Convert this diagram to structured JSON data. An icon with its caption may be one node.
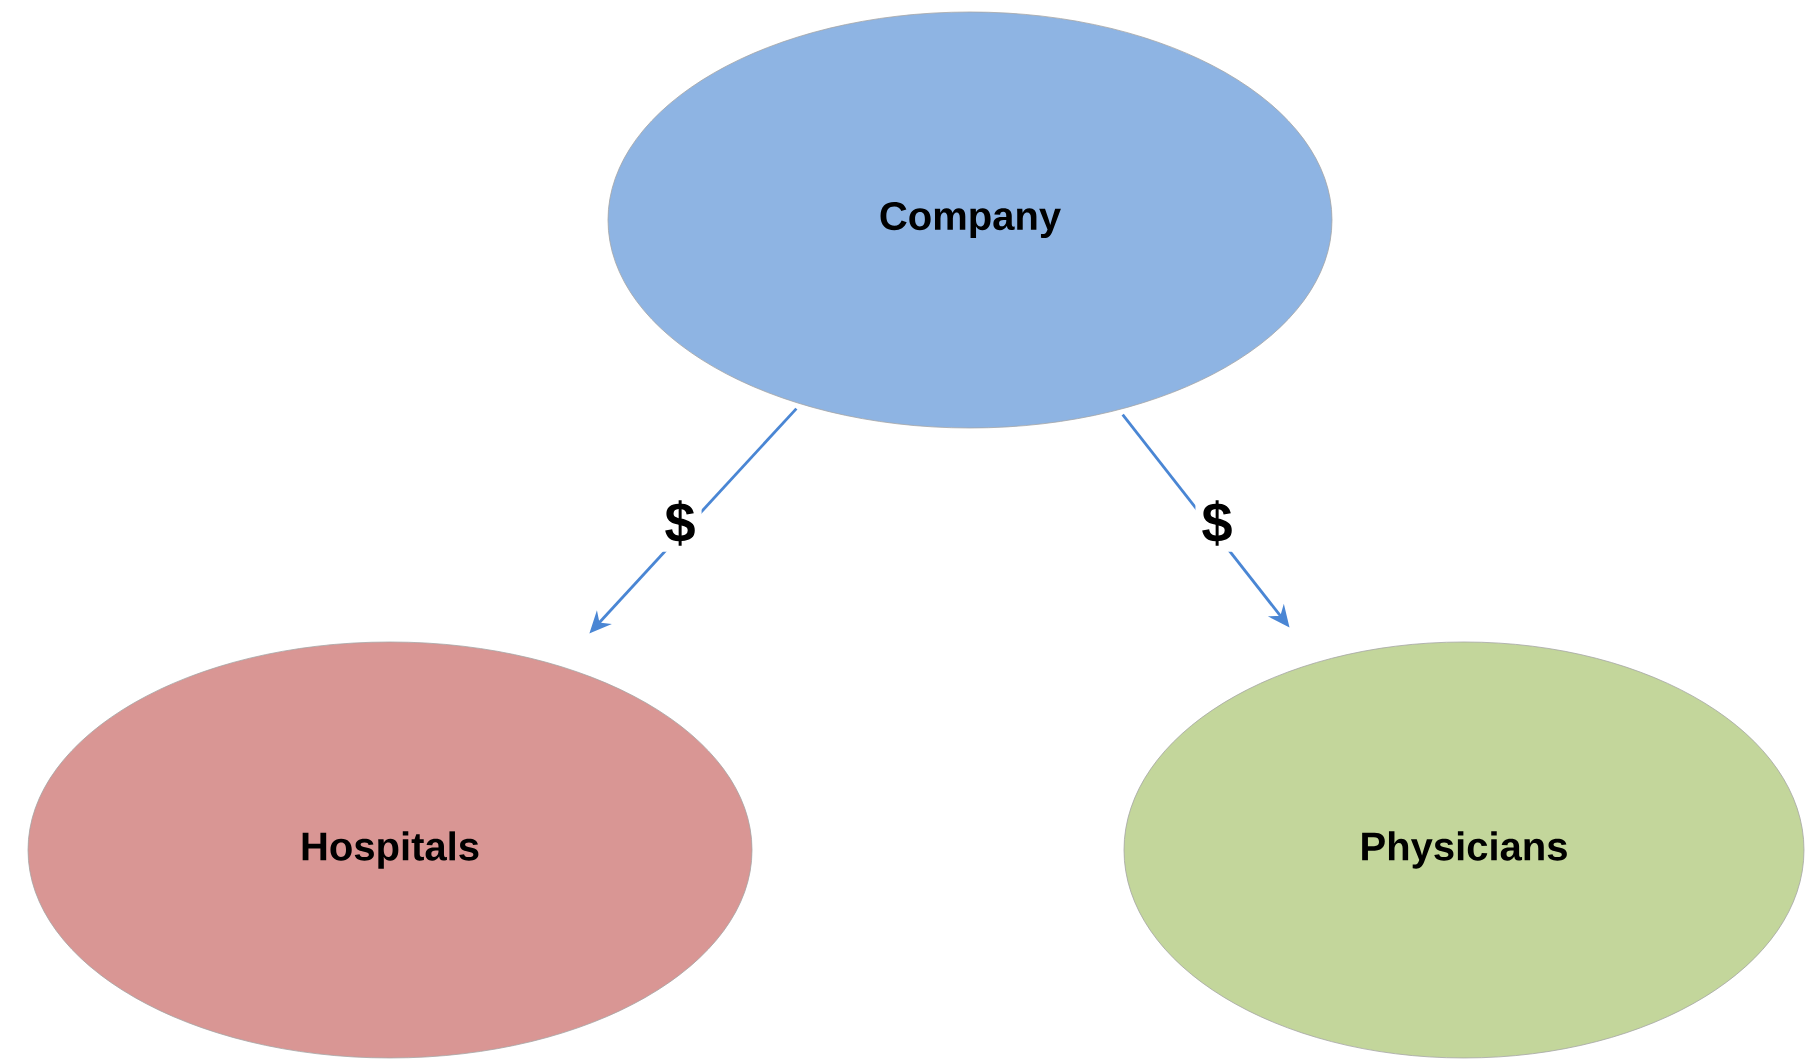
{
  "diagram": {
    "nodes": [
      {
        "text": [
          "Company"
        ]
      },
      {
        "text": [
          "Hospitals"
        ]
      },
      {
        "text": [
          "Physicians"
        ]
      }
    ],
    "edges": [
      {
        "from": 0,
        "to": 1,
        "arrow": "to",
        "label": "$"
      },
      {
        "from": 0,
        "to": 2,
        "arrow": "to",
        "label": "$"
      }
    ]
  }
}
